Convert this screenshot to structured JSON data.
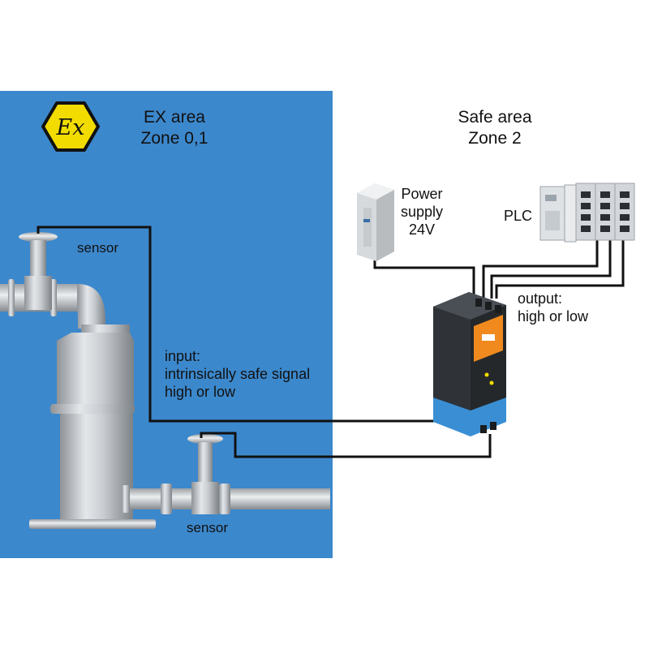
{
  "colors": {
    "ex_area": "#3c88cc",
    "ex_symbol_fill": "#f2dc00",
    "wire": "#111111",
    "module_accent": "#f08a1e",
    "module_base": "#3a8fd4"
  },
  "icons": {
    "ex_symbol": "explosion-protection-hazard-icon",
    "power_supply": "din-rail-power-supply-icon",
    "plc": "plc-rack-icon",
    "isolator": "signal-isolator-module-icon",
    "vessel": "pressure-vessel-pipe-icon"
  },
  "ex_area": {
    "symbol_text": "Ex",
    "title_line1": "EX area",
    "title_line2": "Zone 0,1"
  },
  "safe_area": {
    "title_line1": "Safe area",
    "title_line2": "Zone 2"
  },
  "labels": {
    "sensor_top": "sensor",
    "sensor_bottom": "sensor",
    "input_line1": "input:",
    "input_line2": "intrinsically safe signal",
    "input_line3": "high or low",
    "output_line1": "output:",
    "output_line2": "high or low",
    "power_line1": "Power",
    "power_line2": "supply",
    "power_line3": "24V",
    "plc": "PLC"
  }
}
